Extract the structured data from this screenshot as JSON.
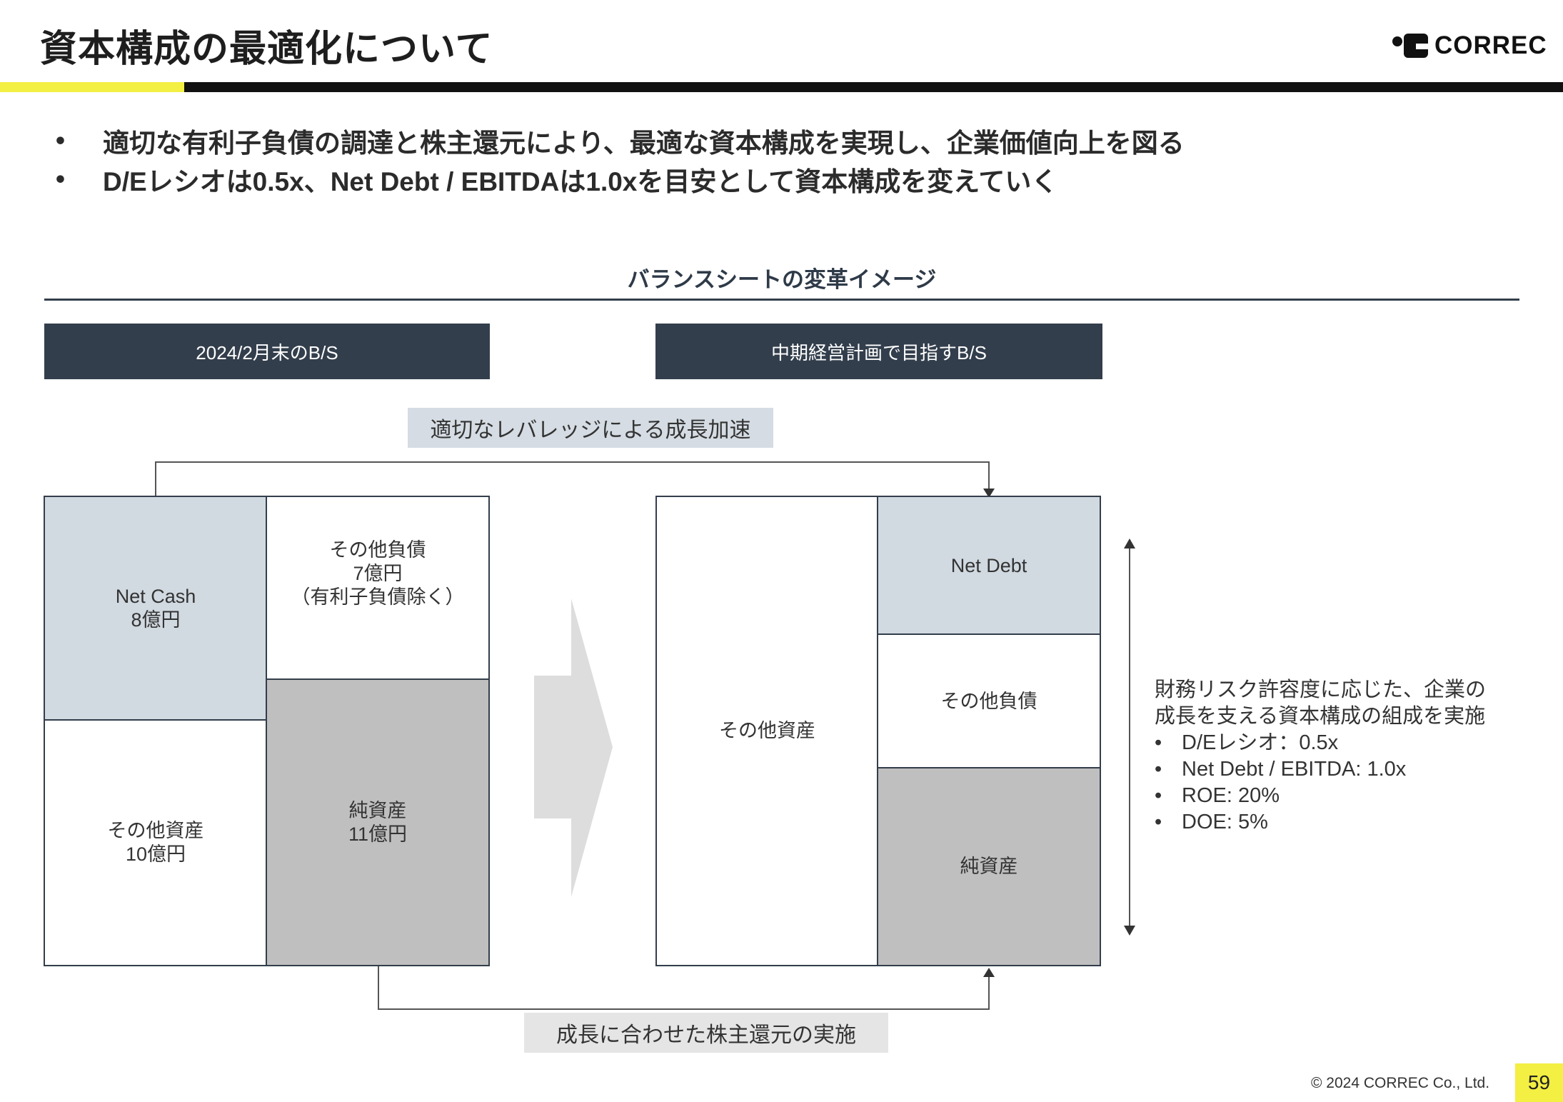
{
  "header": {
    "title": "資本構成の最適化について",
    "logo_text": "CORREC"
  },
  "bullets": [
    "適切な有利子負債の調達と株主還元により、最適な資本構成を実現し、企業価値向上を図る",
    "D/Eレシオは0.5x、Net Debt / EBITDAは1.0xを目安として資本構成を変えていく"
  ],
  "section": {
    "heading": "バランスシートの変革イメージ"
  },
  "current_bs": {
    "header": "2024/2月末のB/S",
    "net_cash": [
      "Net Cash",
      "8億円"
    ],
    "other_assets": [
      "その他資産",
      "10億円"
    ],
    "other_liabilities": [
      "その他負債",
      "7億円",
      "（有利子負債除く）"
    ],
    "equity": [
      "純資産",
      "11億円"
    ]
  },
  "target_bs": {
    "header": "中期経営計画で目指すB/S",
    "other_assets": "その他資産",
    "net_debt": "Net Debt",
    "other_liabilities": "その他負債",
    "equity": "純資産"
  },
  "labels": {
    "leverage": "適切なレバレッジによる成長加速",
    "returns": "成長に合わせた株主還元の実施"
  },
  "note": {
    "lines": [
      "財務リスク許容度に応じた、企業の",
      "成長を支える資本構成の組成を実施"
    ],
    "items": [
      "D/Eレシオ：0.5x",
      "Net Debt / EBITDA: 1.0x",
      "ROE: 20%",
      "DOE: 5%"
    ]
  },
  "footer": {
    "copyright": "© 2024 CORREC Co., Ltd.",
    "page": "59"
  },
  "colors": {
    "accent_yellow": "#f3ef43",
    "navy": "#333e4c",
    "light_blue_gray": "#d1d9e1",
    "equity_gray": "#bfbfbf"
  }
}
